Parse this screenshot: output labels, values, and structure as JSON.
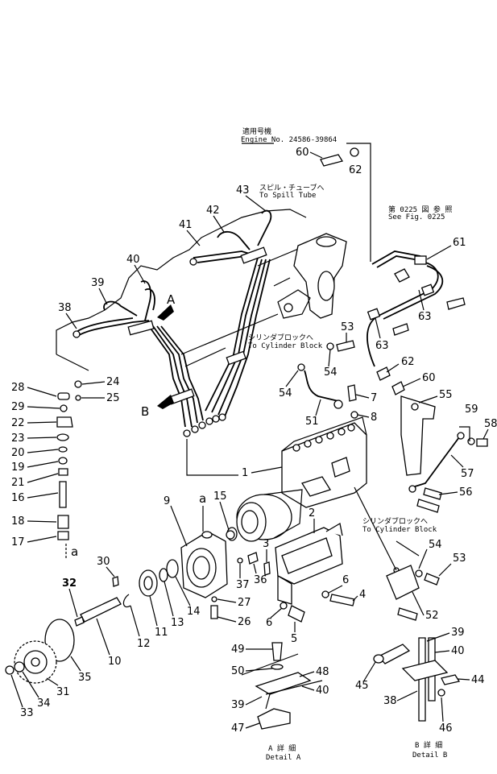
{
  "notes": {
    "serial_jp": "適用号機",
    "serial_en": "Engine No. 24586-39864",
    "spill_jp": "スピル・チューブへ",
    "spill_en": "To Spill Tube",
    "fig_jp": "第 0225 図 参 照",
    "fig_en": "See Fig. 0225",
    "cyl1_jp": "シリンダブロックへ",
    "cyl1_en": "To Cylinder Block",
    "cyl2_jp": "シリンダブロックへ",
    "cyl2_en": "To Cylinder Block"
  },
  "view_letters": {
    "a_top": "A",
    "b_mid": "B",
    "a_lower_top": "a",
    "a_lower_bottom": "a"
  },
  "details": {
    "a_jp": "A 詳 細",
    "a_en": "Detail A",
    "b_jp": "B 詳 細",
    "b_en": "Detail B"
  },
  "callouts": {
    "c1": "1",
    "c2": "2",
    "c3": "3",
    "c4": "4",
    "c5": "5",
    "c6a": "6",
    "c6b": "6",
    "c7": "7",
    "c8": "8",
    "c9": "9",
    "c10": "10",
    "c11": "11",
    "c12": "12",
    "c13": "13",
    "c14": "14",
    "c15": "15",
    "c16": "16",
    "c17": "17",
    "c18": "18",
    "c19": "19",
    "c20": "20",
    "c21": "21",
    "c22": "22",
    "c23": "23",
    "c24": "24",
    "c25": "25",
    "c26": "26",
    "c27": "27",
    "c28": "28",
    "c29": "29",
    "c30": "30",
    "c31": "31",
    "c32": "32",
    "c33": "33",
    "c34": "34",
    "c35": "35",
    "c36": "36",
    "c37": "37",
    "c38": "38",
    "c39": "39",
    "c40": "40",
    "c41": "41",
    "c42": "42",
    "c43": "43",
    "c44": "44",
    "c45": "45",
    "c46": "46",
    "c47": "47",
    "c48": "48",
    "c49": "49",
    "c50": "50",
    "c51": "51",
    "c52": "52",
    "c53a": "53",
    "c53b": "53",
    "c54a": "54",
    "c54b": "54",
    "c54c": "54",
    "c55": "55",
    "c56": "56",
    "c57": "57",
    "c58": "58",
    "c59": "59",
    "c60a": "60",
    "c60b": "60",
    "c61": "61",
    "c62a": "62",
    "c62b": "62",
    "c63a": "63",
    "c63b": "63",
    "d38": "38",
    "d39a": "39",
    "d39b": "39",
    "d40a": "40",
    "d40b": "40"
  }
}
